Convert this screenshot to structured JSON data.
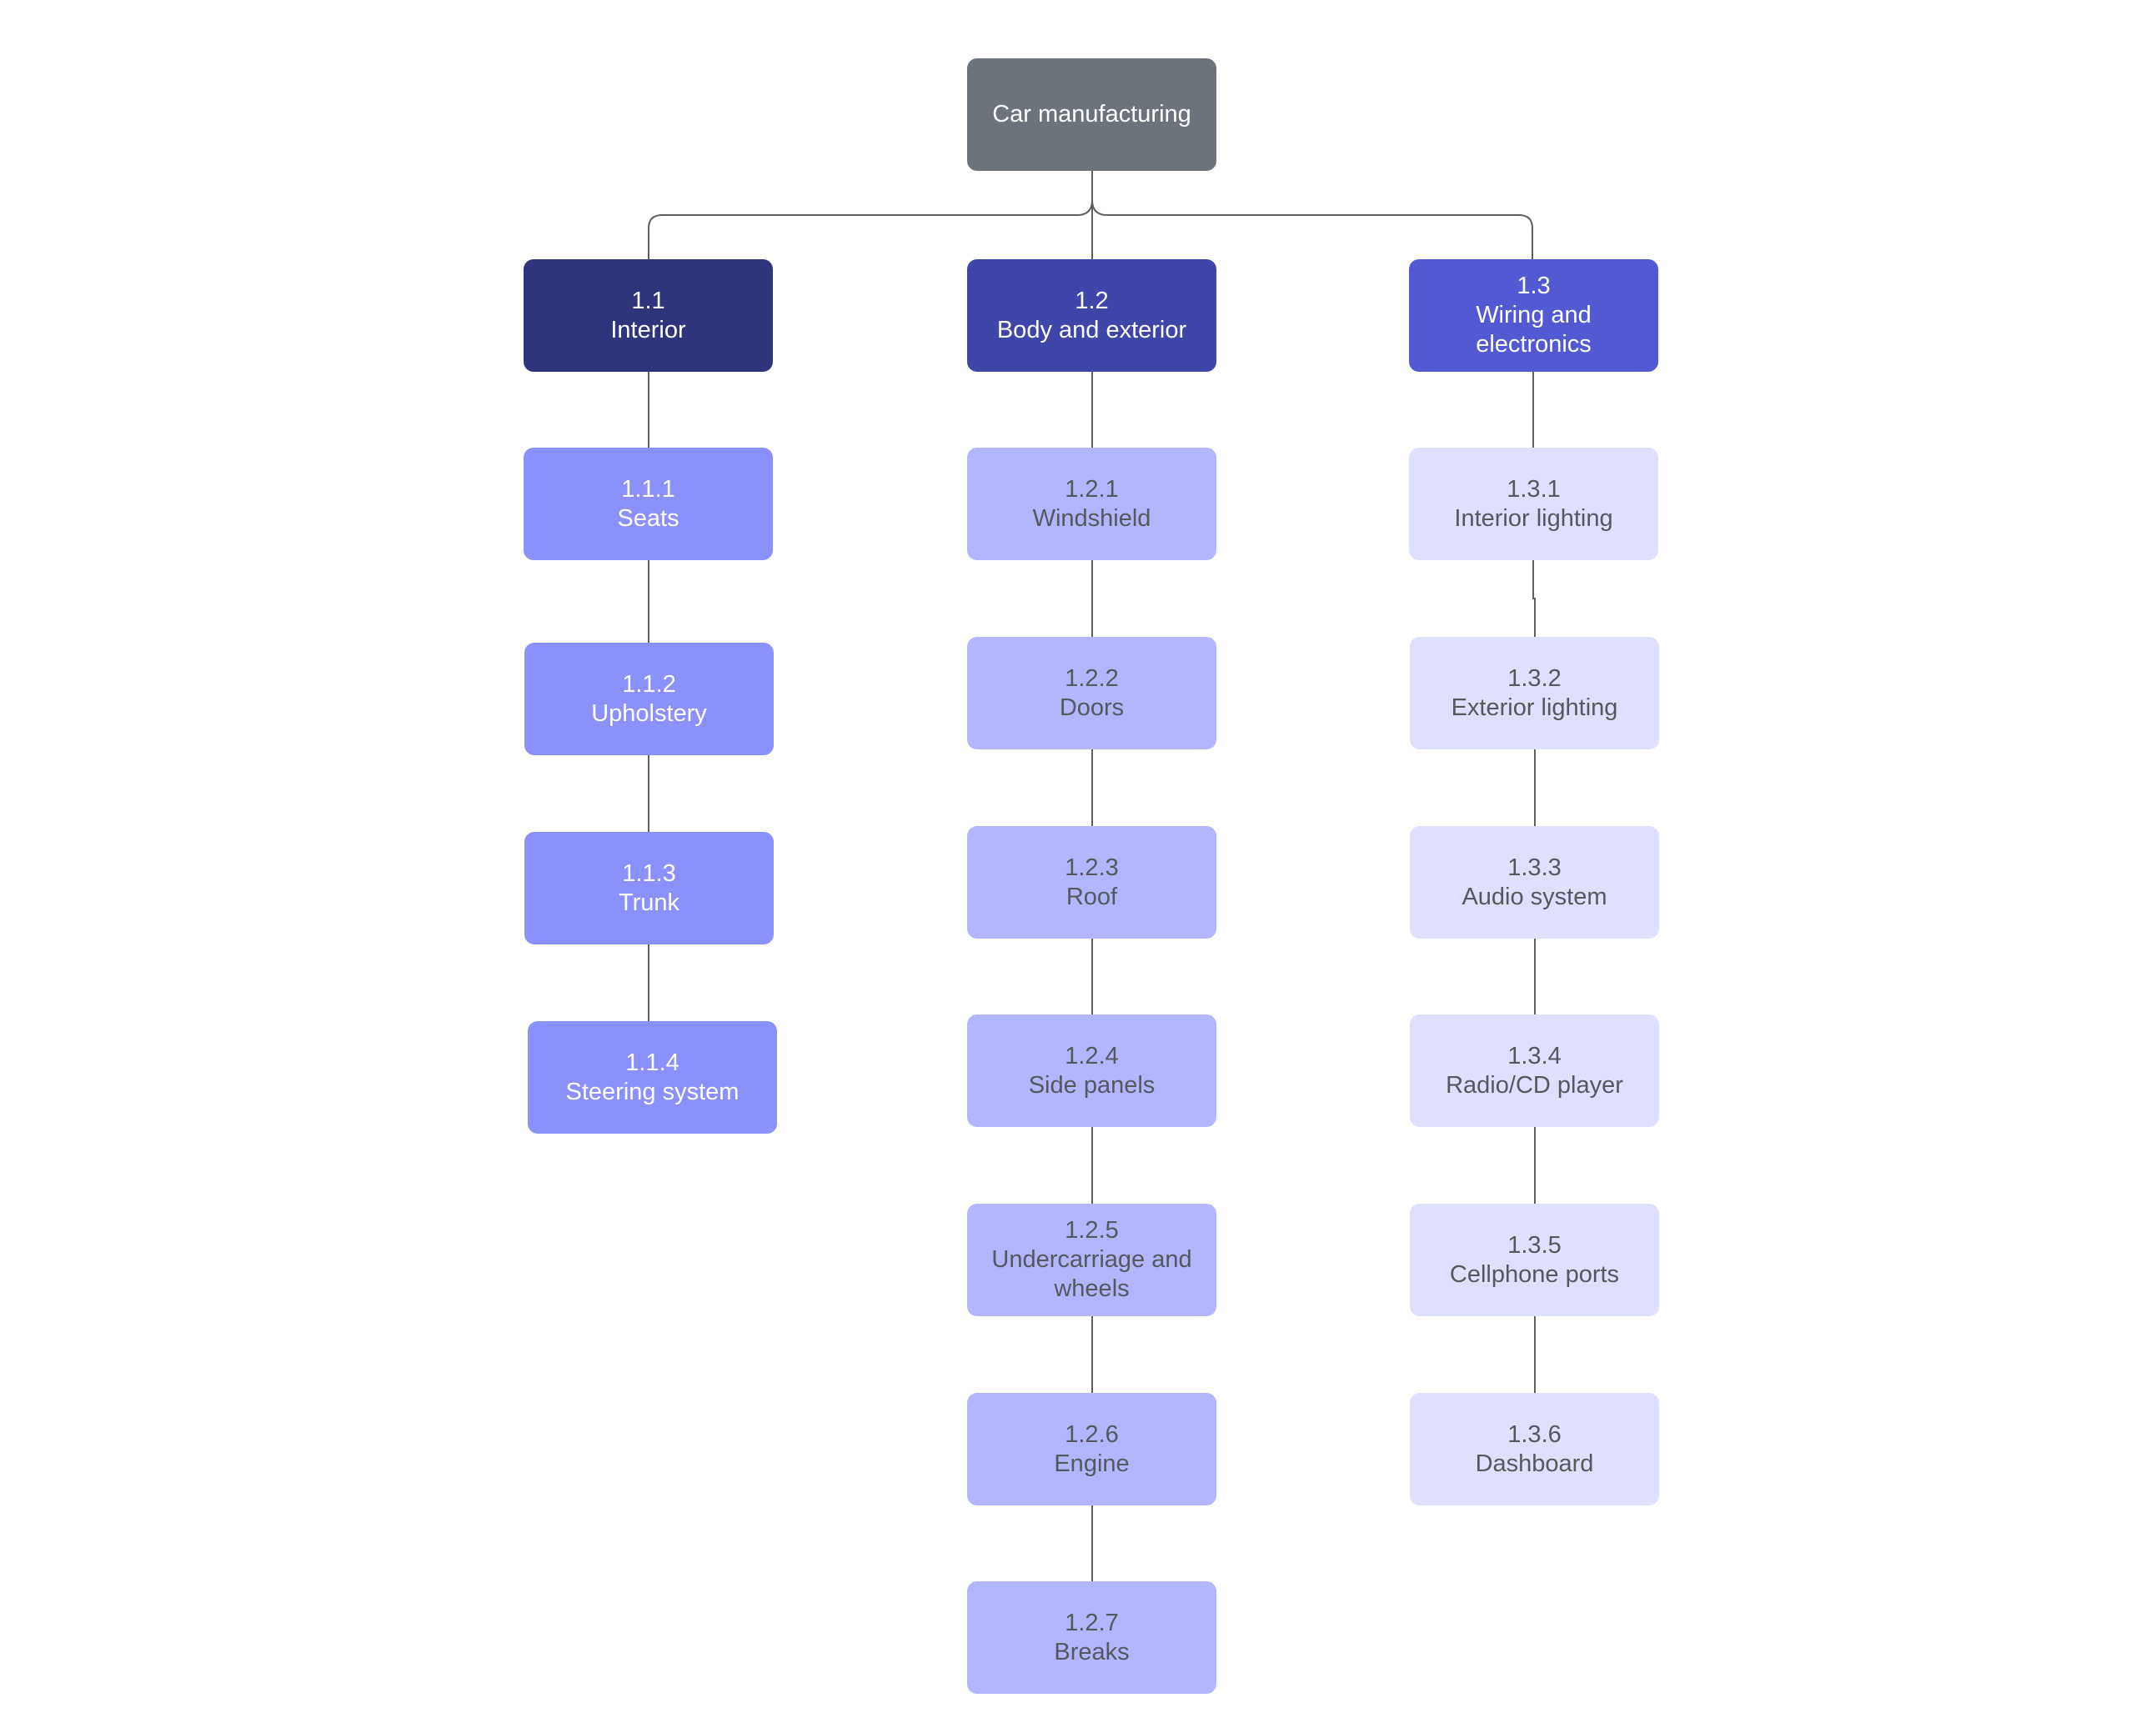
{
  "root": {
    "title": "Car manufacturing"
  },
  "branches": [
    {
      "id": "1.1",
      "name": "Interior",
      "children": [
        {
          "id": "1.1.1",
          "name": "Seats"
        },
        {
          "id": "1.1.2",
          "name": "Upholstery"
        },
        {
          "id": "1.1.3",
          "name": "Trunk"
        },
        {
          "id": "1.1.4",
          "name": "Steering system"
        }
      ]
    },
    {
      "id": "1.2",
      "name": "Body and exterior",
      "children": [
        {
          "id": "1.2.1",
          "name": "Windshield"
        },
        {
          "id": "1.2.2",
          "name": "Doors"
        },
        {
          "id": "1.2.3",
          "name": "Roof"
        },
        {
          "id": "1.2.4",
          "name": "Side panels"
        },
        {
          "id": "1.2.5",
          "name": "Undercarriage and wheels"
        },
        {
          "id": "1.2.6",
          "name": "Engine"
        },
        {
          "id": "1.2.7",
          "name": "Breaks"
        }
      ]
    },
    {
      "id": "1.3",
      "name": "Wiring and electronics",
      "children": [
        {
          "id": "1.3.1",
          "name": "Interior lighting"
        },
        {
          "id": "1.3.2",
          "name": "Exterior lighting"
        },
        {
          "id": "1.3.3",
          "name": "Audio system"
        },
        {
          "id": "1.3.4",
          "name": "Radio/CD player"
        },
        {
          "id": "1.3.5",
          "name": "Cellphone ports"
        },
        {
          "id": "1.3.6",
          "name": "Dashboard"
        }
      ]
    }
  ],
  "colors": {
    "root": "#6d737b",
    "interior": "#30347c",
    "body": "#4045aa",
    "wiring": "#5259d3",
    "interior_light": "#8a90fc",
    "body_light": "#b3b6fd",
    "wiring_light": "#dfe0fd",
    "connector": "#5f5f5f"
  }
}
